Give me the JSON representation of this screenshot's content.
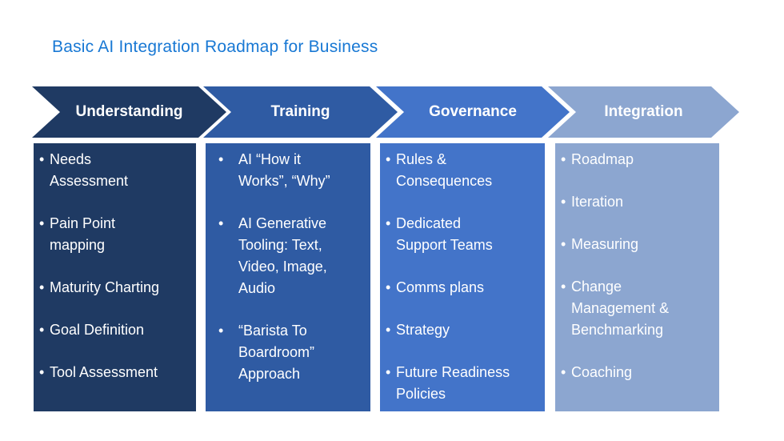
{
  "title": "Basic AI Integration Roadmap for Business",
  "colors": {
    "title_blue": "#1878D4",
    "stage1": "#1F3A63",
    "stage2": "#2F5BA3",
    "stage3": "#4374C9",
    "stage4": "#8CA6D0",
    "text_on_stage": "#FFFFFF"
  },
  "stages": [
    {
      "label": "Understanding",
      "items": [
        "Needs\nAssessment",
        "Pain Point\nmapping",
        "Maturity Charting",
        "Goal Definition",
        "Tool Assessment"
      ]
    },
    {
      "label": "Training",
      "items": [
        "AI “How it\nWorks”, “Why”",
        "AI Generative\nTooling: Text,\nVideo, Image,\nAudio",
        "“Barista To\nBoardroom”\nApproach"
      ]
    },
    {
      "label": "Governance",
      "items": [
        "Rules &\nConsequences",
        "Dedicated\nSupport Teams",
        "Comms plans",
        "Strategy",
        "Future Readiness\nPolicies"
      ]
    },
    {
      "label": "Integration",
      "items": [
        "Roadmap",
        "Iteration",
        "Measuring",
        "Change\nManagement &\nBenchmarking",
        "Coaching"
      ]
    }
  ]
}
